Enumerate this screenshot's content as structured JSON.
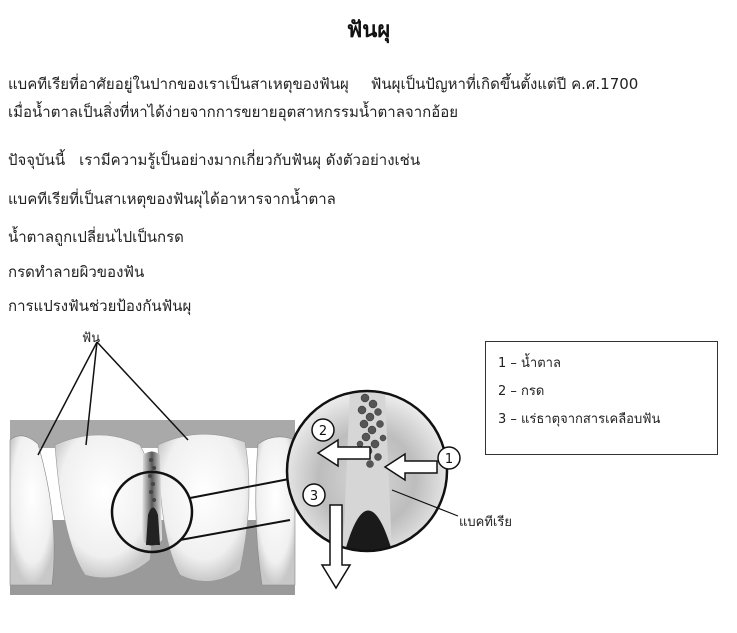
{
  "title": "ฟันผุ",
  "paragraph": {
    "line1_a": "แบคทีเรียที่อาศัยอยู่ในปากของเราเป็นสาเหตุของฟันผุ",
    "line1_b": "ฟันผุเป็นปัญหาที่เกิดขึ้นตั้งแต่ปี ค.ศ.1700",
    "line2": "เมื่อน้ำตาลเป็นสิ่งที่หาได้ง่ายจากการขยายอุตสาหกรรมน้ำตาลจากอ้อย"
  },
  "intro": {
    "a": "ปัจจุบันนี้",
    "b": "เรามีความรู้เป็นอย่างมากเกี่ยวกับฟันผุ ดังตัวอย่างเช่น"
  },
  "facts": [
    "แบคทีเรียที่เป็นสาเหตุของฟันผุได้อาหารจากน้ำตาล",
    "น้ำตาลถูกเปลี่ยนไปเป็นกรด",
    "กรดทำลายผิวของฟัน",
    "การแปรงฟันช่วยป้องกันฟันผุ"
  ],
  "diagram": {
    "teeth_label": "ฟัน",
    "bacteria_label": "แบคทีเรีย",
    "markers": [
      "1",
      "2",
      "3"
    ]
  },
  "legend": [
    "1 – น้ำตาล",
    "2 – กรด",
    "3 – แร่ธาตุจากสารเคลือบฟัน"
  ],
  "colors": {
    "gum": "#a9a9a9",
    "tooth": "#ffffff",
    "lower_gray": "#9a9a9a",
    "outline": "#111111"
  }
}
